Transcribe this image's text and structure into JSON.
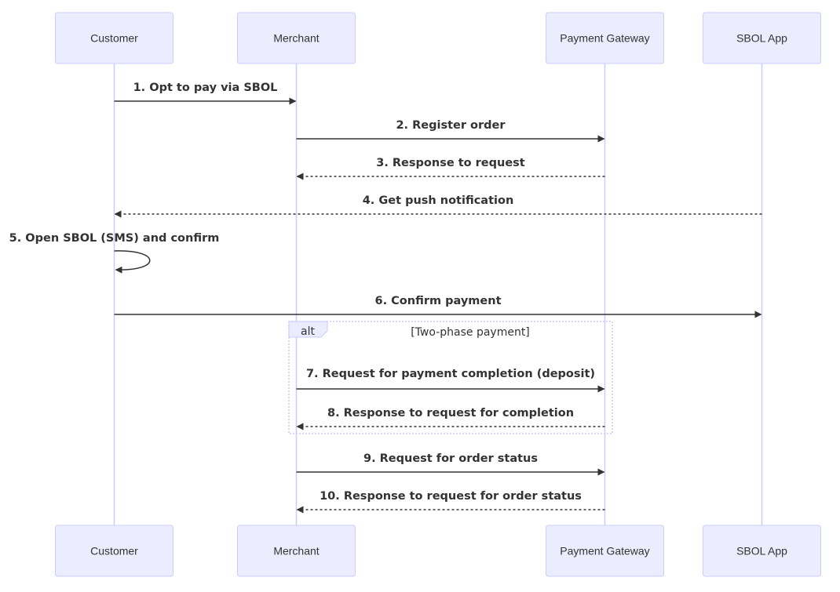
{
  "participants": [
    {
      "id": "customer",
      "label": "Customer"
    },
    {
      "id": "merchant",
      "label": "Merchant"
    },
    {
      "id": "gateway",
      "label": "Payment Gateway"
    },
    {
      "id": "sbol",
      "label": "SBOL App"
    }
  ],
  "messages": [
    {
      "from": "customer",
      "to": "merchant",
      "label": "1. Opt to pay via SBOL",
      "style": "solid"
    },
    {
      "from": "merchant",
      "to": "gateway",
      "label": "2. Register order",
      "style": "solid"
    },
    {
      "from": "gateway",
      "to": "merchant",
      "label": "3. Response to request",
      "style": "dashed"
    },
    {
      "from": "sbol",
      "to": "customer",
      "label": "4. Get push notification",
      "style": "dashed"
    },
    {
      "from": "customer",
      "to": "customer",
      "label": "5. Open SBOL (SMS) and confirm",
      "style": "solid"
    },
    {
      "from": "customer",
      "to": "sbol",
      "label": "6. Confirm payment",
      "style": "solid"
    },
    {
      "from": "merchant",
      "to": "gateway",
      "label": "7. Request for payment completion (deposit)",
      "style": "solid"
    },
    {
      "from": "gateway",
      "to": "merchant",
      "label": "8. Response to request for completion",
      "style": "dashed"
    },
    {
      "from": "merchant",
      "to": "gateway",
      "label": "9. Request for order status",
      "style": "solid"
    },
    {
      "from": "gateway",
      "to": "merchant",
      "label": "10. Response to request for order status",
      "style": "dashed"
    }
  ],
  "alt_block": {
    "keyword": "alt",
    "condition": "[Two-phase payment]"
  },
  "colors": {
    "actor_fill": "#ECECFF",
    "actor_stroke": "#CCCCFF",
    "line": "#333333"
  }
}
